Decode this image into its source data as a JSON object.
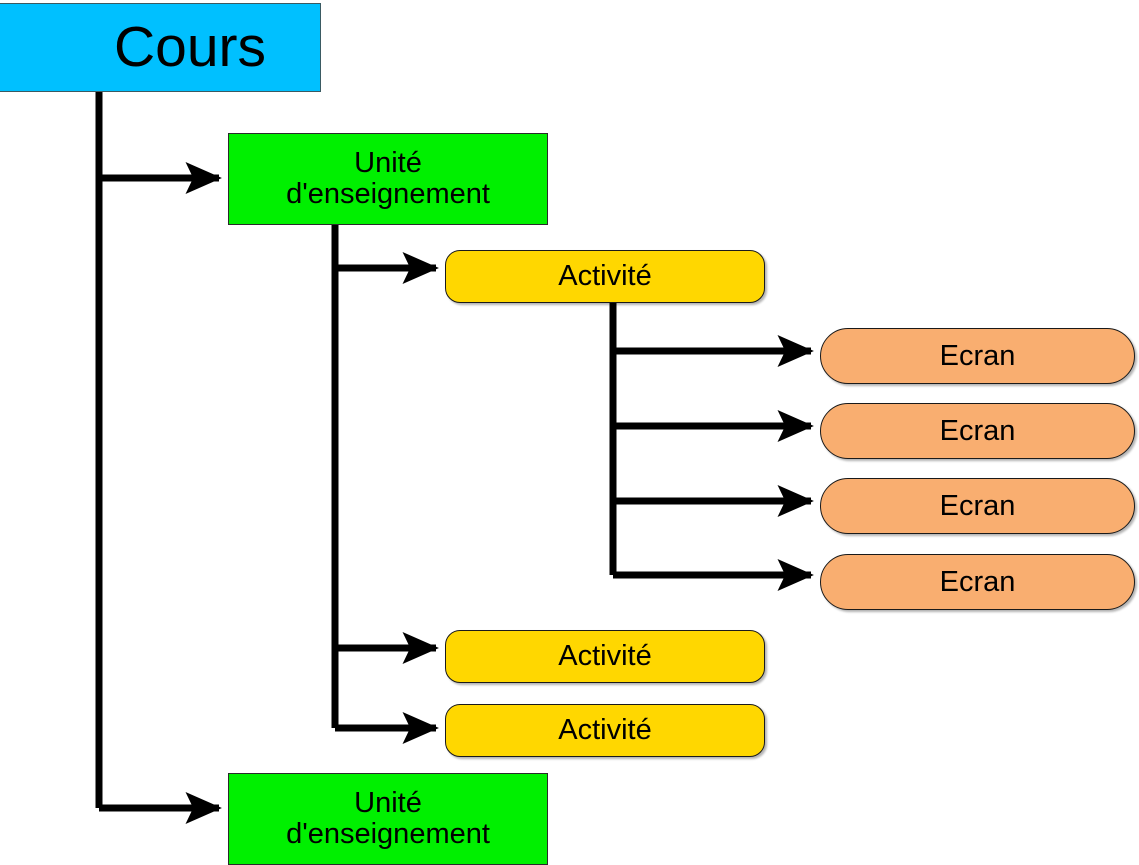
{
  "diagram": {
    "title": "Cours hierarchy",
    "colors": {
      "root_fill": "#00c0ff",
      "unit_fill": "#00f000",
      "activity_fill": "#ffd700",
      "screen_fill": "#f9ae70",
      "edge_stroke": "#000000",
      "page_background": "#ffffff"
    },
    "nodes": {
      "root": {
        "label": "Cours"
      },
      "units": [
        {
          "label": "Unité\nd'enseignement"
        },
        {
          "label": "Unité\nd'enseignement"
        }
      ],
      "activities": [
        {
          "label": "Activité"
        },
        {
          "label": "Activité"
        },
        {
          "label": "Activité"
        }
      ],
      "screens": [
        {
          "label": "Ecran"
        },
        {
          "label": "Ecran"
        },
        {
          "label": "Ecran"
        },
        {
          "label": "Ecran"
        }
      ]
    }
  }
}
